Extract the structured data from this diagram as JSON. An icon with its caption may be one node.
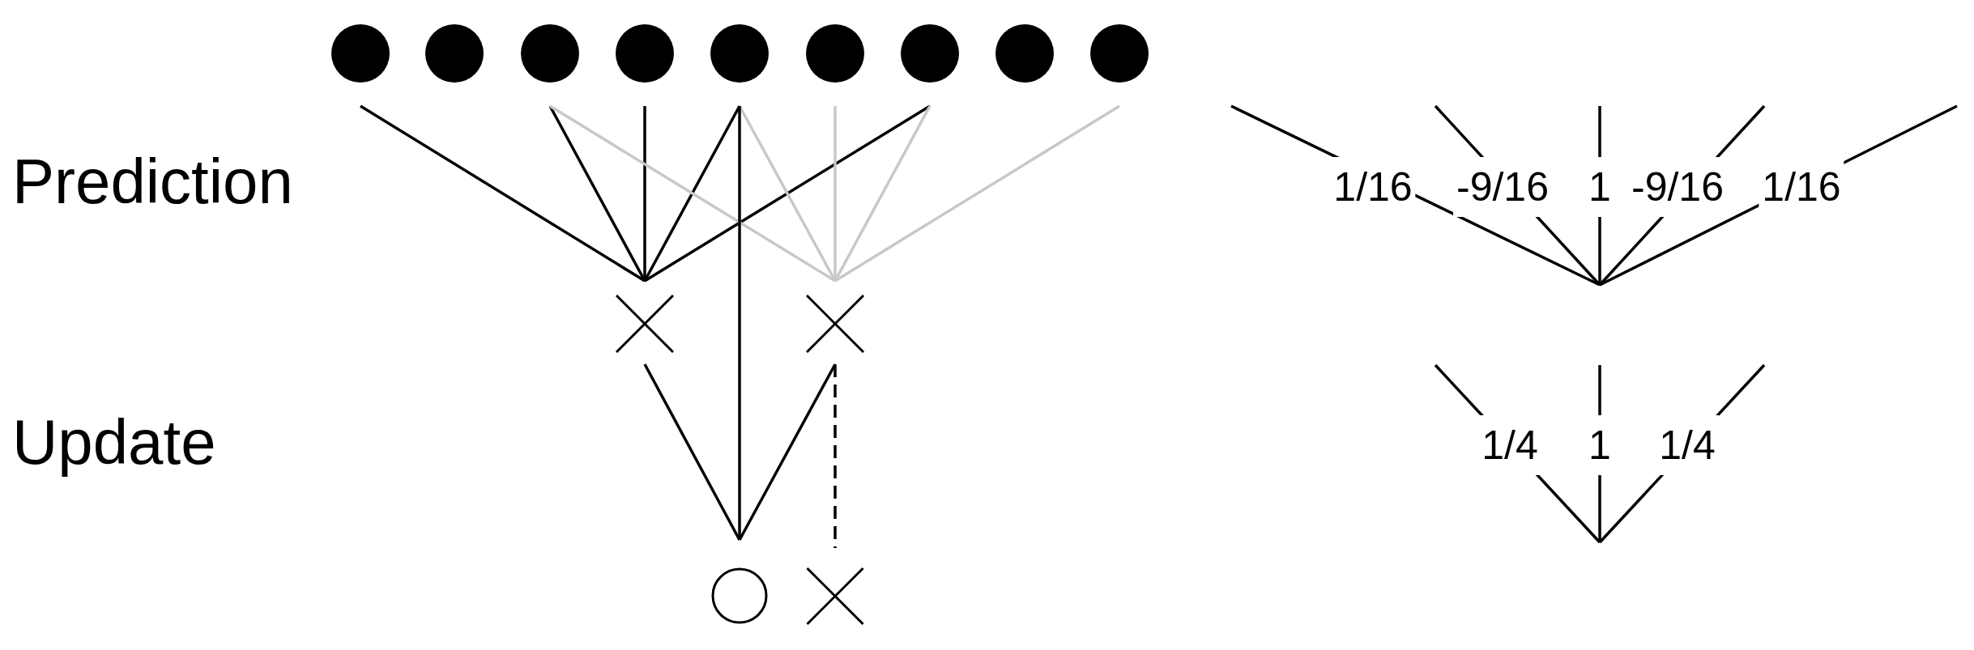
{
  "diagram": {
    "nodes": [
      {
        "text": [],
        "shape": "dot"
      },
      {
        "text": [],
        "shape": "dot"
      },
      {
        "text": [],
        "shape": "dot"
      },
      {
        "text": [],
        "shape": "dot"
      },
      {
        "text": [],
        "shape": "dot"
      },
      {
        "text": [],
        "shape": "dot"
      },
      {
        "text": [],
        "shape": "dot"
      },
      {
        "text": [],
        "shape": "dot"
      },
      {
        "text": [],
        "shape": "dot"
      },
      {
        "text": [],
        "shape": "cross"
      },
      {
        "text": [],
        "shape": "cross"
      },
      {
        "text": [],
        "shape": "circle"
      },
      {
        "text": [],
        "shape": "cross"
      }
    ],
    "edges": [
      {
        "from": 0,
        "to": 9,
        "arrow": "none"
      },
      {
        "from": 2,
        "to": 9,
        "arrow": "none"
      },
      {
        "from": 3,
        "to": 9,
        "arrow": "none"
      },
      {
        "from": 4,
        "to": 9,
        "arrow": "none"
      },
      {
        "from": 6,
        "to": 9,
        "arrow": "none"
      },
      {
        "from": 2,
        "to": 10,
        "arrow": "none",
        "color": "#c8c8c8"
      },
      {
        "from": 4,
        "to": 10,
        "arrow": "none",
        "color": "#c8c8c8"
      },
      {
        "from": 5,
        "to": 10,
        "arrow": "none",
        "color": "#c8c8c8"
      },
      {
        "from": 6,
        "to": 10,
        "arrow": "none",
        "color": "#c8c8c8"
      },
      {
        "from": 8,
        "to": 10,
        "arrow": "none",
        "color": "#c8c8c8"
      },
      {
        "from": 4,
        "to": 11,
        "arrow": "none"
      },
      {
        "from": 9,
        "to": 11,
        "arrow": "none"
      },
      {
        "from": 10,
        "to": 11,
        "arrow": "none"
      },
      {
        "from": 10,
        "to": 12,
        "arrow": "none",
        "style": "dashed"
      }
    ],
    "labels": [
      "Prediction",
      "1/16",
      "-9/16",
      "1",
      "-9/16",
      "1/16",
      "Update",
      "1/4",
      "1",
      "1/4"
    ]
  }
}
